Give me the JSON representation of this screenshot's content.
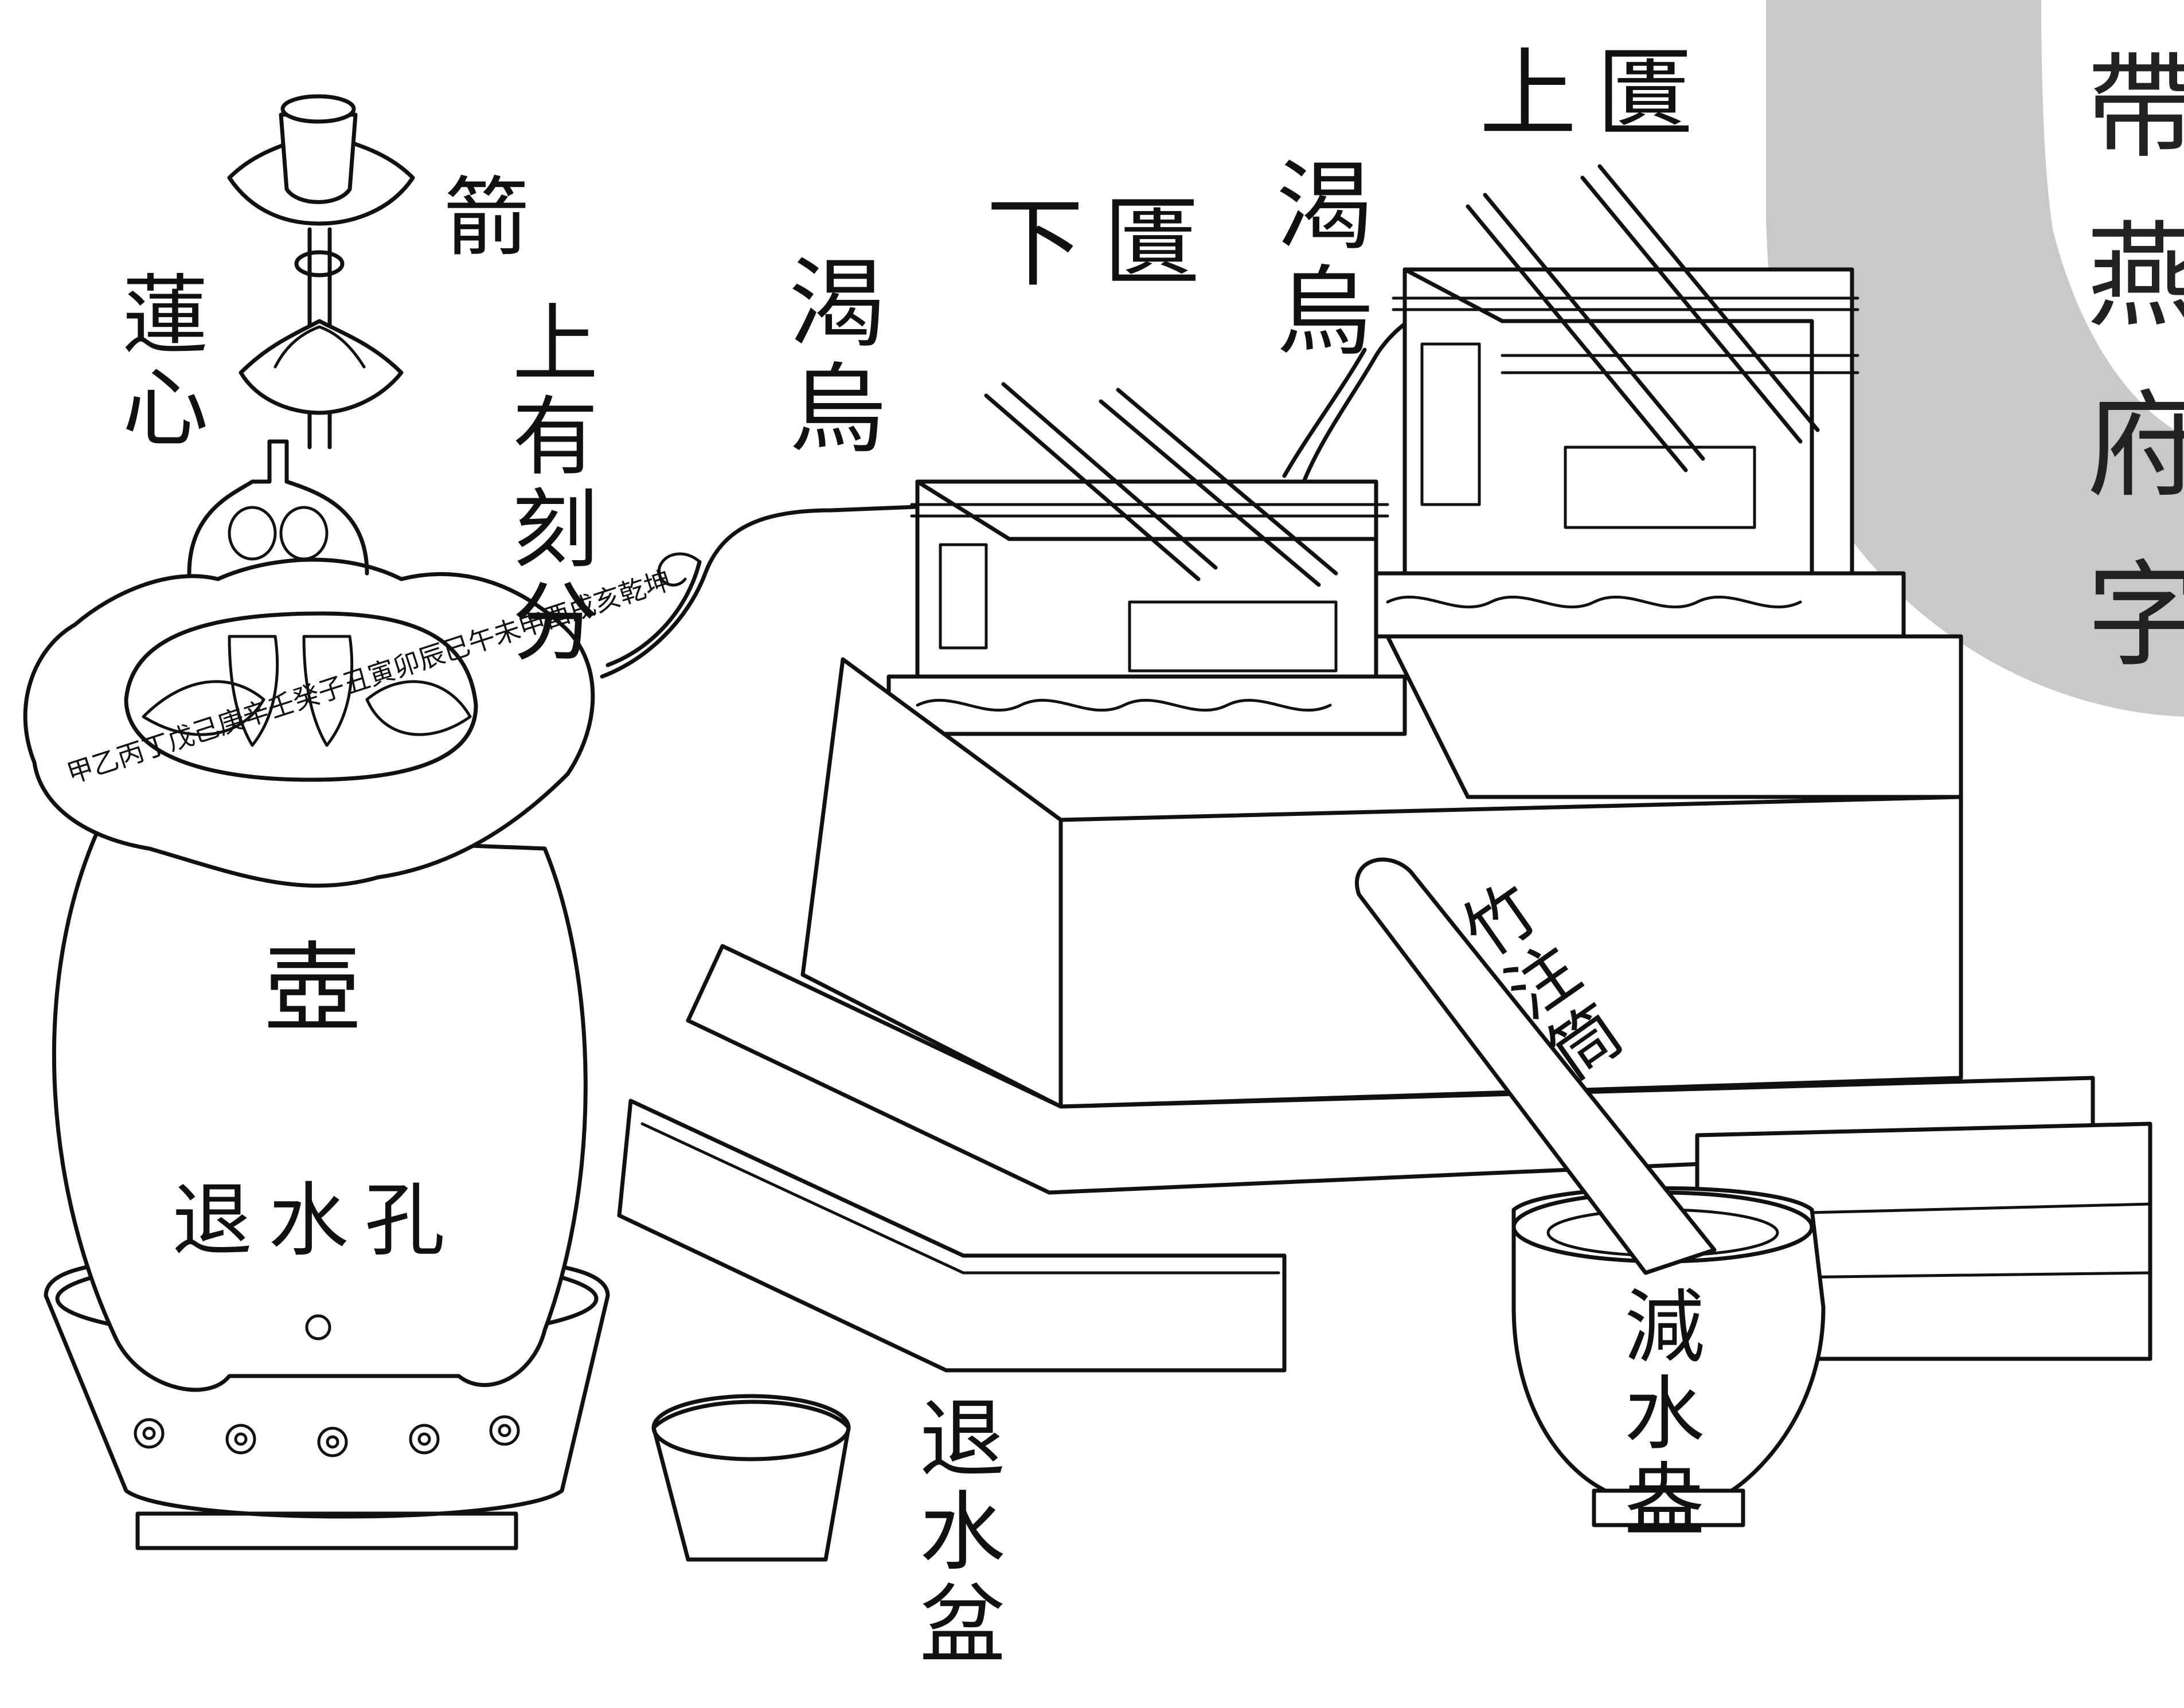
{
  "labels": {
    "upper_tank": "上匱",
    "lower_tank": "下匱",
    "siphon_upper": "渴烏",
    "siphon_lower": "渴烏",
    "arrow_marks": "上有刻分",
    "arrow": "箭",
    "lotus_heart": "蓮心",
    "jar": "壺",
    "overflow_hole": "退水孔",
    "overflow_basin": "退水盆",
    "reducing_basin": "減水盎",
    "bamboo_tube": "竹注筒",
    "lid_ring_text": "甲乙丙丁戊己庚辛壬癸子丑寅卯辰巳午未申酉戌亥乾坤",
    "margin_text": "帶 燕 府 字"
  },
  "colors": {
    "ink": "#111111",
    "paper": "#ffffff",
    "margin_shade": "#c9c9c9"
  }
}
